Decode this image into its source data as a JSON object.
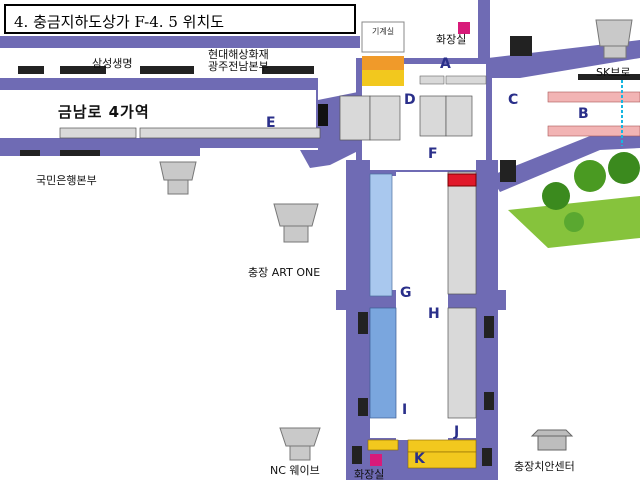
{
  "title": "4. 충금지하도상가 F-4. 5 위치도",
  "street_label": "금남로 4가역",
  "buildings": {
    "samsung": "삼성생명",
    "hyundai_line1": "현대해상화재",
    "hyundai_line2": "광주전남본부",
    "restroom_top": "화장실",
    "sk": "SK브로",
    "bok": "국민은행본부",
    "art_one": "충장 ART ONE",
    "nc": "NC 웨이브",
    "restroom_bottom": "화장실",
    "police": "충장치안센터",
    "storage": "기계실"
  },
  "zones": [
    "A",
    "B",
    "C",
    "D",
    "E",
    "F",
    "G",
    "H",
    "I",
    "J",
    "K"
  ],
  "colors": {
    "corridor": "#6f6bb4",
    "corridor_dark": "#4b4894",
    "shop_gray": "#d9d9d9",
    "shop_blue": "#a9c8ee",
    "shop_blue_dark": "#7aa6de",
    "shop_pink": "#f2b4b4",
    "shop_yellow": "#f2c81e",
    "shop_orange": "#f09a2a",
    "zone_text": "#2a2f8a",
    "target_red": "#e0182a",
    "restroom_magenta": "#d81b7a"
  }
}
